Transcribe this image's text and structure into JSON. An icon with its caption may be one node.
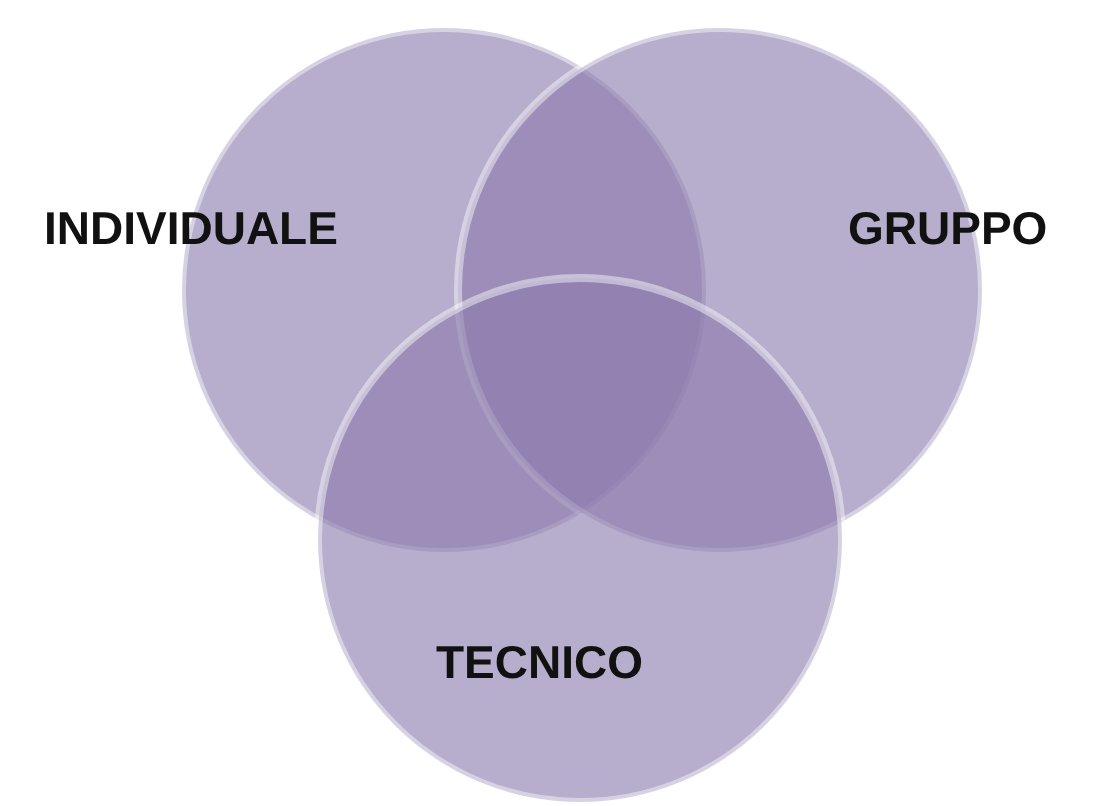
{
  "diagram": {
    "nodes": [
      {
        "text": [
          "INDIVIDUALE"
        ]
      },
      {
        "text": [
          "GRUPPO"
        ]
      },
      {
        "text": [
          "TECNICO"
        ]
      }
    ]
  }
}
